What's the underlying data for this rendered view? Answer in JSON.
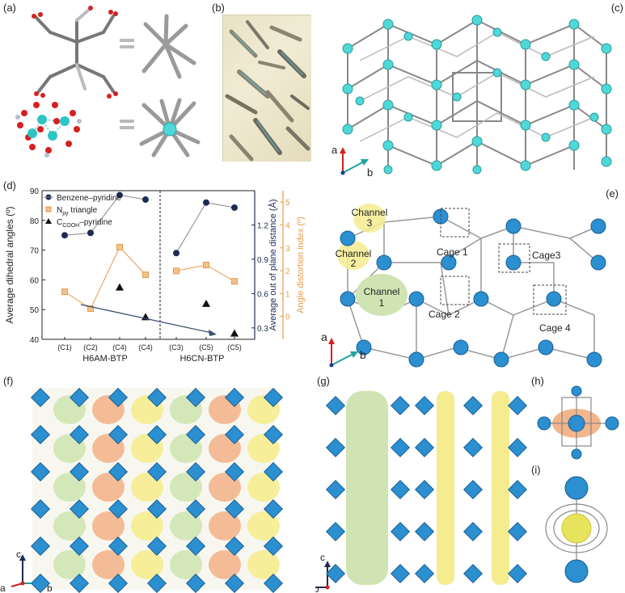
{
  "panels": {
    "a": "(a)",
    "b": "(b)",
    "c": "(c)",
    "d": "(d)",
    "e": "(e)",
    "f": "(f)",
    "g": "(g)",
    "h": "(h)",
    "i": "(i)"
  },
  "axes_c": {
    "a": "a",
    "b": "b"
  },
  "axes_e": {
    "a": "a",
    "b": "b"
  },
  "axes_f": {
    "c": "c",
    "a": "a",
    "b": "b"
  },
  "axes_g": {
    "c": "c",
    "b": "b"
  },
  "panel_e": {
    "channels": [
      {
        "line1": "Channel",
        "line2": "3"
      },
      {
        "line1": "Channel",
        "line2": "2"
      },
      {
        "line1": "Channel",
        "line2": "1"
      }
    ],
    "cages": [
      "Cage 1",
      "Cage3",
      "Cage 2",
      "Cage 4"
    ]
  },
  "colors": {
    "cluster": "#2b8fd0",
    "cyan_node": "#4fd8d8",
    "green_channel": "#cfe4b2",
    "yellow_channel": "#f5ec8f",
    "orange_channel": "#f3b58c",
    "framework": "#8a8a8a",
    "series_navy": "#1c2a55",
    "series_orange": "#e89a4a"
  },
  "chart_data": {
    "type": "line",
    "categories": [
      "(C1)",
      "(C2)",
      "(C4)",
      "(C4)",
      "(C3)",
      "(C5)",
      "(C5)"
    ],
    "group_labels": [
      "H$_6$AM-BTP",
      "H$_6$CN-BTP"
    ],
    "group_label_text": [
      "H6AM-BTP",
      "H6CN-BTP"
    ],
    "ylabel_left": "Average dihedral angles (º)",
    "ylabel_right1": "Average out of plane distance (Å)",
    "ylabel_right2": "Angle distortion index (º)",
    "ylim_left": [
      40,
      90
    ],
    "yticks_left": [
      40,
      50,
      60,
      70,
      80,
      90
    ],
    "ylim_right1": [
      0.2,
      1.5
    ],
    "yticks_right1": [
      0.3,
      0.6,
      0.9,
      1.2
    ],
    "ylim_right2": [
      -1,
      5.5
    ],
    "yticks_right2": [
      0,
      1,
      2,
      3,
      4,
      5
    ],
    "legend": [
      "Benzene–pyridine",
      "N$_{py}$ triangle",
      "C$_{COOH}$–pyridine"
    ],
    "legend_text": [
      {
        "main": "Benzene–pyridine",
        "sub": ""
      },
      {
        "main": "N",
        "sub": "py",
        "rest": " triangle"
      },
      {
        "main": "C",
        "sub": "COOH",
        "rest": "–pyridine"
      }
    ],
    "legend_placement": "top-left",
    "series": [
      {
        "name": "Benzene–pyridine",
        "axis": "left",
        "marker": "circle",
        "values": [
          75,
          75.8,
          88.5,
          87,
          69,
          86,
          84.3
        ]
      },
      {
        "name": "N$_{py}$ triangle",
        "axis": "left",
        "marker": "square",
        "values": [
          56,
          50.3,
          71,
          61.7,
          63,
          65,
          59.5
        ]
      },
      {
        "name": "C$_{COOH}$–pyridine",
        "axis": "left",
        "marker": "triangle",
        "values": [
          null,
          null,
          57.5,
          47.5,
          null,
          52,
          42
        ]
      }
    ]
  }
}
